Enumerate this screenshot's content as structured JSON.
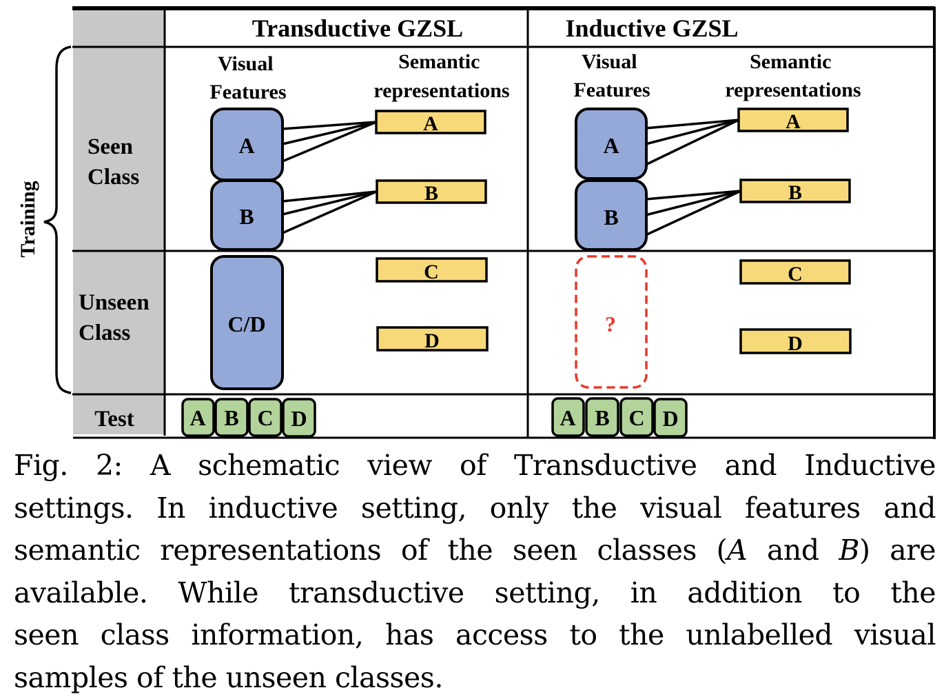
{
  "figure": {
    "row_header_label": "Training",
    "columns": [
      {
        "title": "Transductive GZSL",
        "visual_header": [
          "Visual",
          "Features"
        ],
        "semantic_header": [
          "Semantic",
          "representations"
        ],
        "seen_visual": [
          "A",
          "B"
        ],
        "unseen_visual": "C/D",
        "semantic_boxes": [
          "A",
          "B",
          "C",
          "D"
        ],
        "test_samples": [
          "A",
          "B",
          "C",
          "D"
        ]
      },
      {
        "title": "Inductive GZSL",
        "visual_header": [
          "Visual",
          "Features"
        ],
        "semantic_header": [
          "Semantic",
          "representations"
        ],
        "seen_visual": [
          "A",
          "B"
        ],
        "unseen_visual": "?",
        "semantic_boxes": [
          "A",
          "B",
          "C",
          "D"
        ],
        "test_samples": [
          "A",
          "B",
          "C",
          "D"
        ]
      }
    ],
    "rows": {
      "seen": [
        "Seen",
        "Class"
      ],
      "unseen": [
        "Unseen",
        "Class"
      ],
      "test": "Test"
    },
    "colors": {
      "row_header_fill": "#c8c8c8",
      "visual_fill": "#95a9d8",
      "semantic_fill": "#f8d97a",
      "test_fill": "#b2d39a",
      "unknown_stroke": "#e8392b"
    }
  },
  "caption": {
    "lines": [
      "Fig. 2: A schematic view of Transductive and Inductive",
      "settings. In inductive setting, only the visual features and",
      [
        "semantic representations of the seen classes (",
        "A",
        " and ",
        "B",
        ") are"
      ],
      "available. While transductive setting, in addition to the",
      "seen class information, has access to the unlabelled visual",
      "samples of the unseen classes."
    ]
  }
}
